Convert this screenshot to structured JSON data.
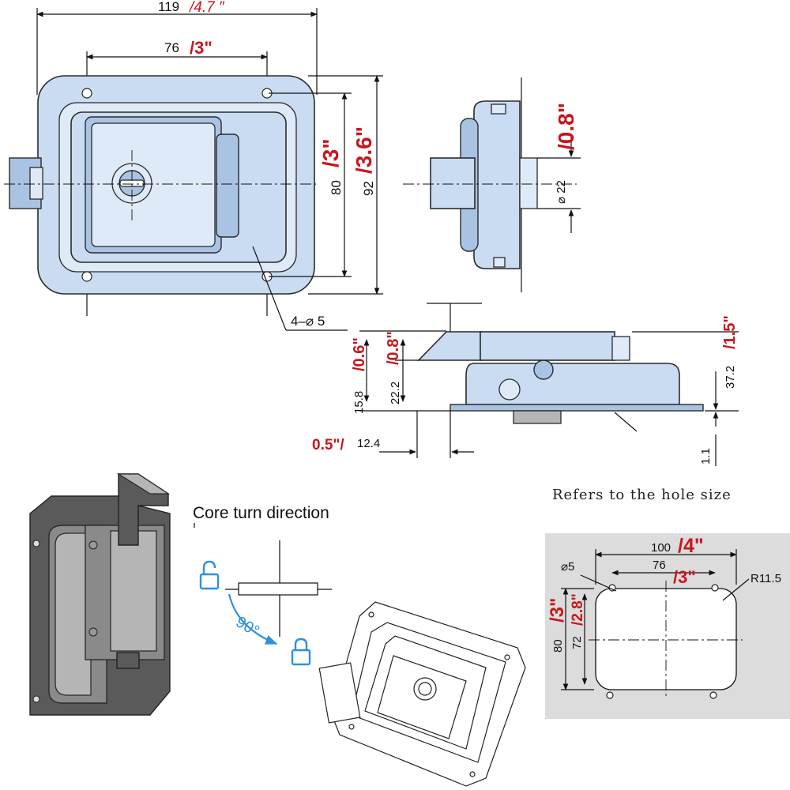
{
  "front_view": {
    "width_mm": "119",
    "width_in": "/4.7  ″",
    "hole_span_mm": "76",
    "hole_span_in": "/3\"",
    "height_inner_mm": "80",
    "height_inner_in": "/3\"",
    "height_outer_mm": "92",
    "height_outer_in": "/3.6\"",
    "holes_label": "4–⌀ 5"
  },
  "side_view": {
    "core_dia_mm": "⌀ 22",
    "core_dia_in": "/0.8\""
  },
  "profile_view": {
    "flange_mm": "15.8",
    "flange_in": "/0.6\"",
    "step_mm": "22.2",
    "step_in": "/0.8\"",
    "depth_mm": "37.2",
    "depth_in": "/1.5\"",
    "offset_in": "0.5\"/",
    "offset_mm": "12.4",
    "thickness_mm": "1.1"
  },
  "rotation_note": {
    "title": "Core turn direction",
    "angle": "90°"
  },
  "hole_size": {
    "caption": "Refers to the hole size",
    "width_mm": "100",
    "width_in": "/4\"",
    "hole_dia": "⌀5",
    "span_mm": "76",
    "span_in": "/3\"",
    "radius": "R11.5",
    "height_mm": "80",
    "height_in": "/3\"",
    "inner_height_mm": "72",
    "inner_height_in": "/2.8\""
  },
  "colors": {
    "part_fill": "#c9dcf2",
    "inch_labels": "#c8161d",
    "rotation_arrow": "#2f8fe0",
    "panel_gray": "#dcdcdc"
  }
}
